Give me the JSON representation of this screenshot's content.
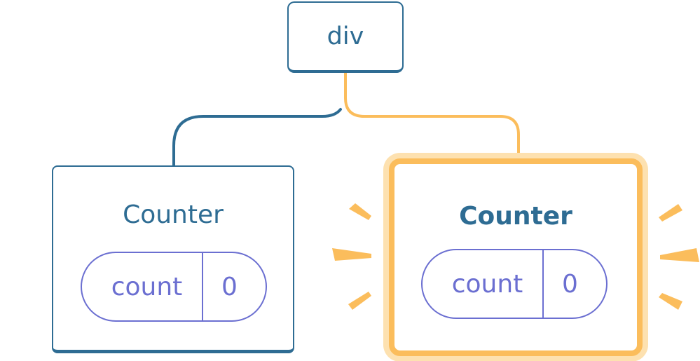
{
  "root": {
    "label": "div"
  },
  "children": [
    {
      "label": "Counter",
      "state": {
        "key": "count",
        "value": "0"
      },
      "highlighted": false
    },
    {
      "label": "Counter",
      "state": {
        "key": "count",
        "value": "0"
      },
      "highlighted": true
    }
  ],
  "colors": {
    "node_border": "#2e6c93",
    "label_text": "#2e6c93",
    "state_pill": "#6b6fd1",
    "highlight": "#fbbd5c",
    "highlight_glow": "#fde1b0"
  }
}
